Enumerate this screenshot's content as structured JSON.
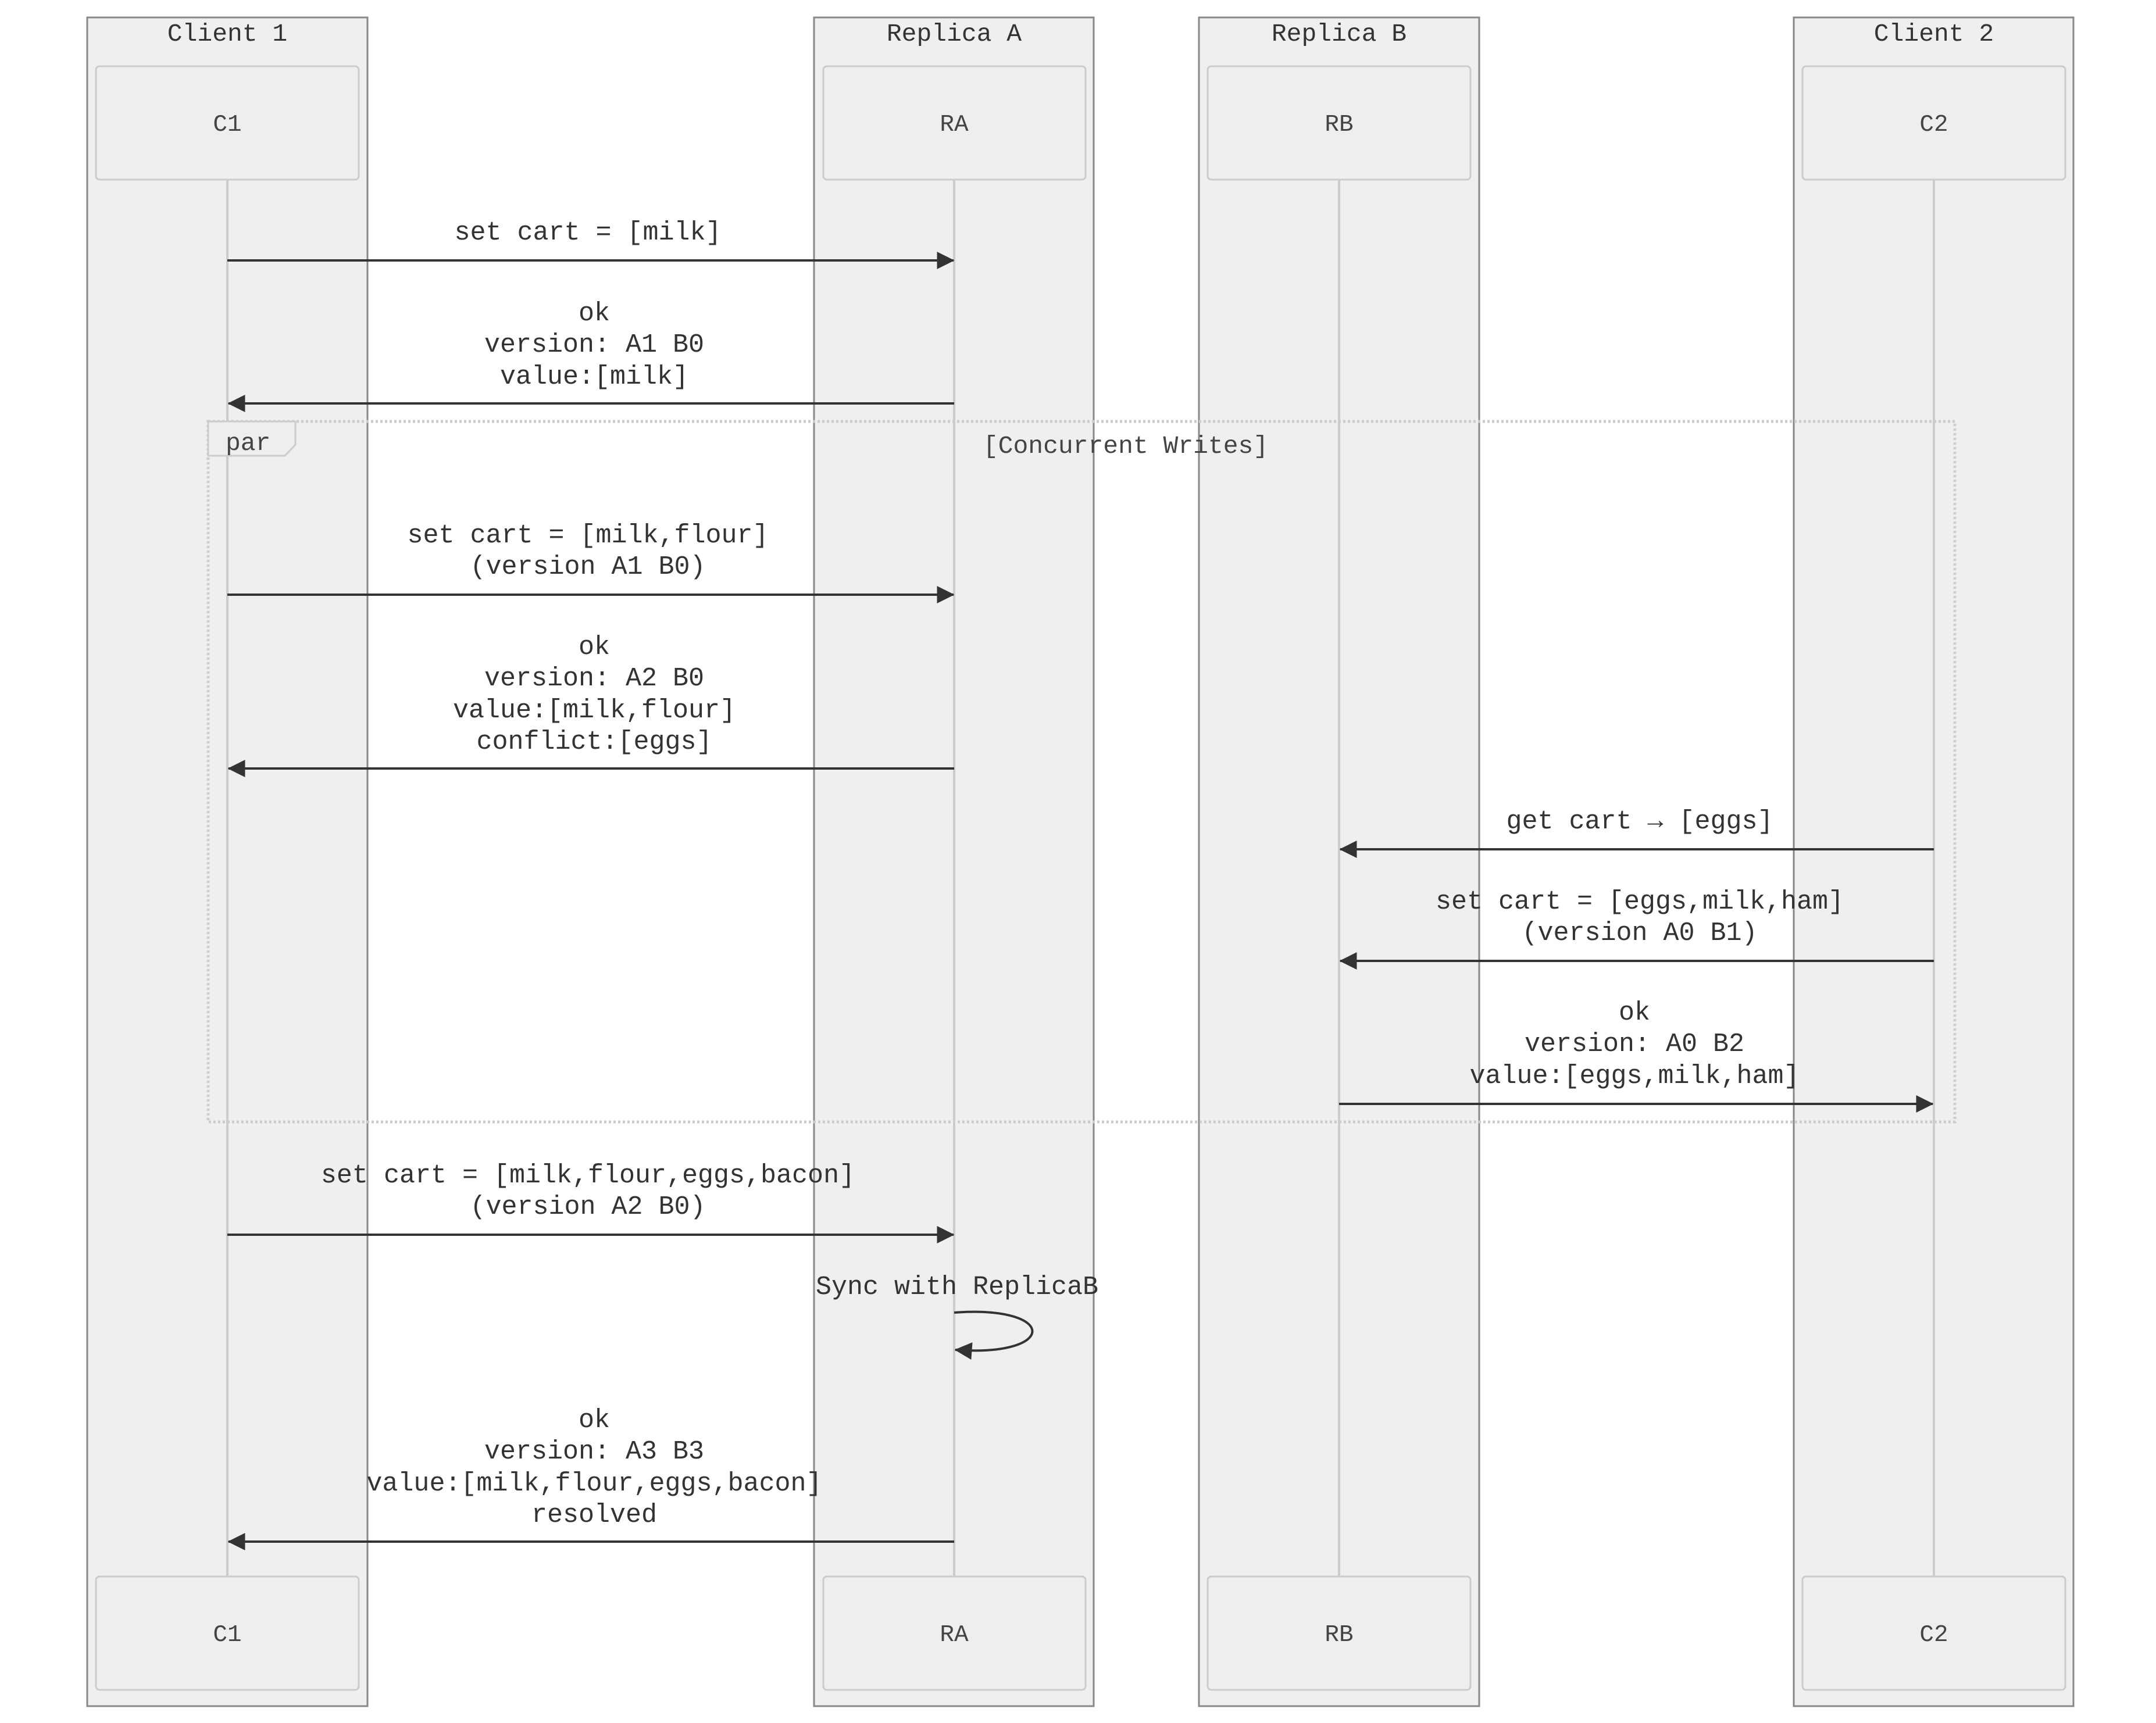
{
  "lanes": [
    {
      "id": "client1",
      "title": "Client 1",
      "actor": "C1"
    },
    {
      "id": "replicaA",
      "title": "Replica A",
      "actor": "RA"
    },
    {
      "id": "replicaB",
      "title": "Replica B",
      "actor": "RB"
    },
    {
      "id": "client2",
      "title": "Client 2",
      "actor": "C2"
    }
  ],
  "frame": {
    "keyword": "par",
    "condition": "[Concurrent Writes]"
  },
  "messages": [
    {
      "id": "m1",
      "from": "C1",
      "to": "RA",
      "lines": [
        "set cart = [milk]"
      ]
    },
    {
      "id": "m2",
      "from": "RA",
      "to": "C1",
      "lines": [
        "ok",
        "version: A1 B0",
        "value:[milk]"
      ]
    },
    {
      "id": "m3",
      "from": "C1",
      "to": "RA",
      "lines": [
        "set cart = [milk,flour]",
        "(version A1 B0)"
      ]
    },
    {
      "id": "m4",
      "from": "RA",
      "to": "C1",
      "lines": [
        "ok",
        "version: A2 B0",
        "value:[milk,flour]",
        "conflict:[eggs]"
      ]
    },
    {
      "id": "m5",
      "from": "C2",
      "to": "RB",
      "lines": [
        "get cart → [eggs]"
      ]
    },
    {
      "id": "m6",
      "from": "C2",
      "to": "RB",
      "lines": [
        "set cart = [eggs,milk,ham]",
        "(version A0 B1)"
      ]
    },
    {
      "id": "m7",
      "from": "RB",
      "to": "C2",
      "lines": [
        "ok",
        "version: A0 B2",
        "value:[eggs,milk,ham]"
      ]
    },
    {
      "id": "m8",
      "from": "C1",
      "to": "RA",
      "lines": [
        "set cart = [milk,flour,eggs,bacon]",
        "(version A2 B0)"
      ]
    },
    {
      "id": "m9",
      "from": "RA",
      "to": "RA",
      "lines": [
        "Sync with ReplicaB"
      ]
    },
    {
      "id": "m10",
      "from": "RA",
      "to": "C1",
      "lines": [
        "ok",
        "version: A3 B3",
        "value:[milk,flour,eggs,bacon]",
        "resolved"
      ]
    }
  ]
}
